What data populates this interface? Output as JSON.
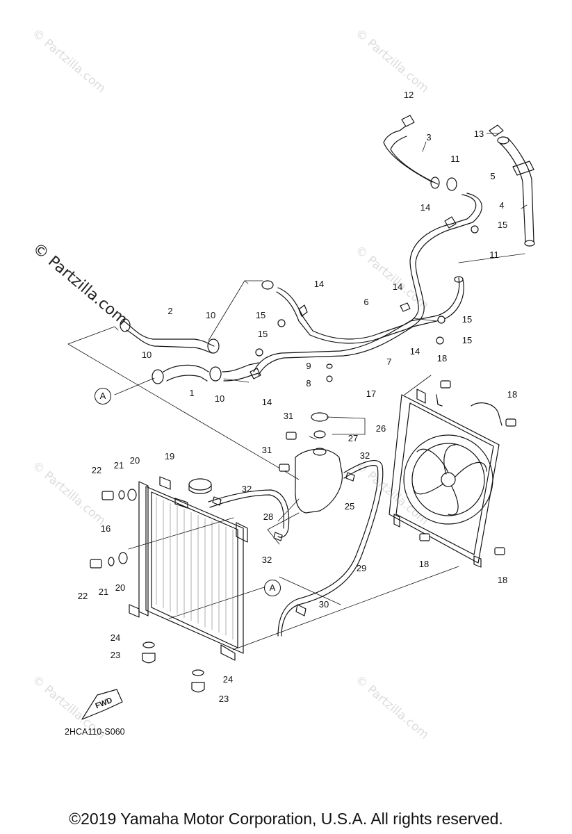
{
  "watermarks": {
    "small": "© Partzilla.com",
    "large": "© Partzilla.com"
  },
  "diagram": {
    "code": "2HCA110-S060",
    "fwd_label": "FWD",
    "reference_marker": "A",
    "callouts": [
      "1",
      "2",
      "3",
      "4",
      "5",
      "6",
      "7",
      "8",
      "9",
      "10",
      "11",
      "12",
      "13",
      "14",
      "15",
      "16",
      "17",
      "18",
      "19",
      "20",
      "21",
      "22",
      "23",
      "24",
      "25",
      "26",
      "27",
      "28",
      "29",
      "30",
      "31",
      "32"
    ]
  },
  "footer": {
    "copyright": "©2019 Yamaha Motor Corporation, U.S.A. All rights reserved."
  }
}
